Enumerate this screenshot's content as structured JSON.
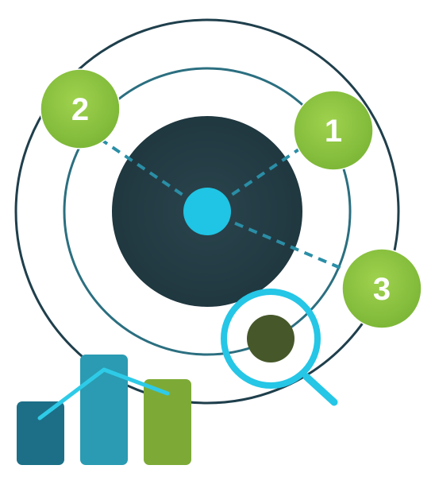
{
  "markers": [
    {
      "label": "1",
      "color": "#8cc63f"
    },
    {
      "label": "2",
      "color": "#8cc63f"
    },
    {
      "label": "3",
      "color": "#8cc63f"
    }
  ],
  "colors": {
    "outer_ring": "#1f3f4c",
    "middle_ring": "#2b6f80",
    "core": "#233c44",
    "center_dot": "#20c4e4",
    "connector": "#2a8ea6",
    "marker_fill": "#8cc63f",
    "magnifier": "#25c6e6",
    "target_spot": "#46582a",
    "bar_1": "#1c6f87",
    "bar_2": "#2a9bb2",
    "bar_3": "#7daa36",
    "trend_line": "#2ecbe8"
  },
  "icons": {
    "magnifier": "magnifier-icon",
    "chart": "bar-chart-icon"
  }
}
